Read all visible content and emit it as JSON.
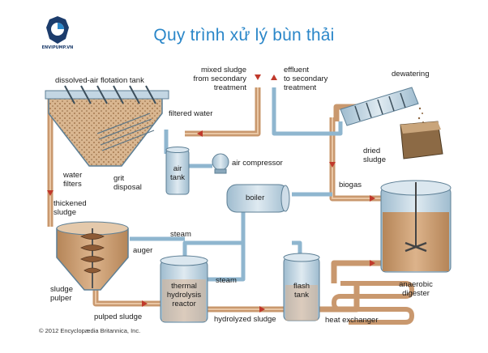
{
  "title": "Quy trình xử lý bùn thải",
  "logo_text": "ENVIPUMP.VN",
  "labels": {
    "daf_tank": "dissolved-air flotation tank",
    "mixed_sludge": "mixed sludge\nfrom secondary\ntreatment",
    "effluent": "effluent\nto secondary\ntreatment",
    "dewatering": "dewatering",
    "filtered_water": "filtered water",
    "air_compressor": "air compressor",
    "air_tank": "air\ntank",
    "water_filters": "water\nfilters",
    "grit_disposal": "grit\ndisposal",
    "dried_sludge": "dried\nsludge",
    "thickened_sludge": "thickened\nsludge",
    "boiler": "boiler",
    "biogas": "biogas",
    "steam_top": "steam",
    "auger": "auger",
    "steam_mid": "steam",
    "sludge_pulper": "sludge\npulper",
    "thr": "thermal\nhydrolysis\nreactor",
    "flash_tank": "flash\ntank",
    "anaerobic_digester": "anaerobic\ndigester",
    "pulped_sludge": "pulped sludge",
    "hydrolyzed_sludge": "hydrolyzed sludge",
    "heat_exchanger": "heat exchanger"
  },
  "copyright": "© 2012 Encyclopædia Britannica, Inc.",
  "colors": {
    "title": "#2b87c9",
    "pipe_sludge": "#d2a07a",
    "pipe_water": "#8fbcd6",
    "steel": "#b9d0df",
    "sludge_fill": "#c99a70",
    "arrow": "#c0392b"
  }
}
